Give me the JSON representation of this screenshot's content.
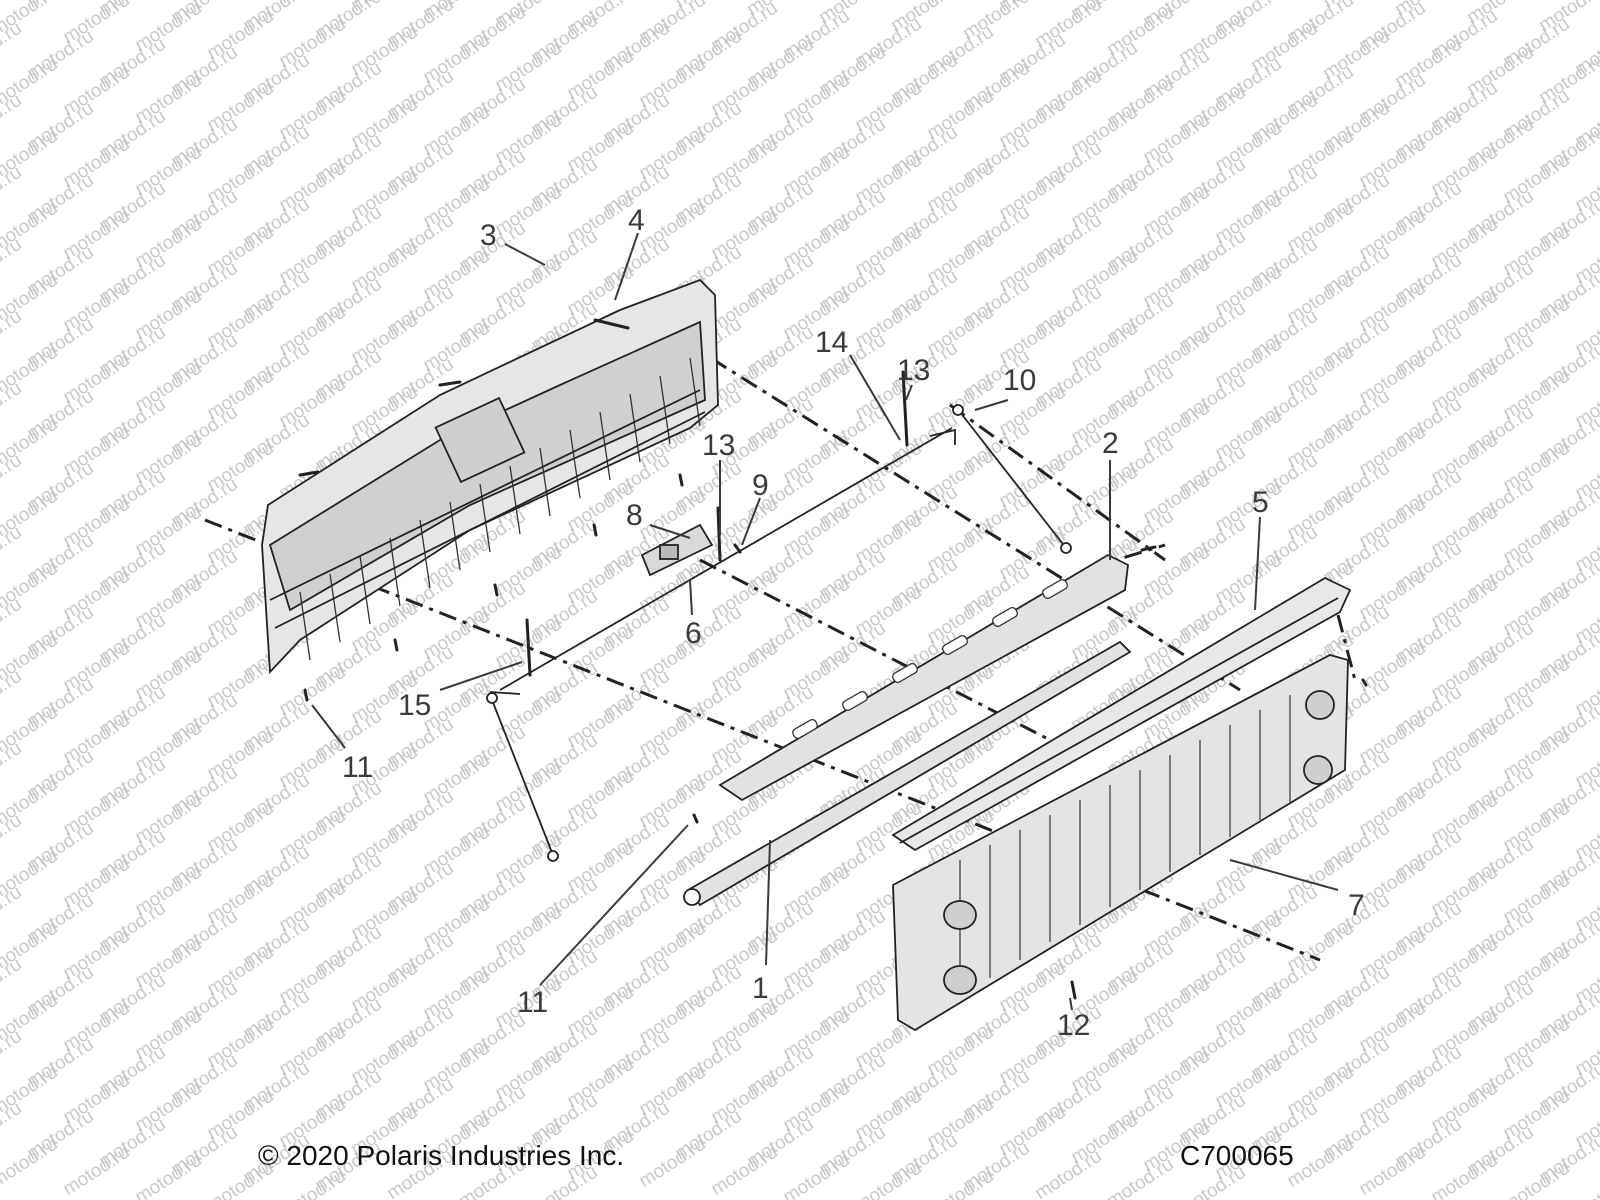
{
  "watermark": "motod.ru",
  "callouts": [
    "1",
    "2",
    "3",
    "4",
    "5",
    "6",
    "7",
    "8",
    "9",
    "10",
    "11",
    "11",
    "12",
    "13",
    "13",
    "14",
    "15"
  ],
  "footer": {
    "copyright": "© 2020 Polaris Industries Inc.",
    "drawing_code": "C700065"
  }
}
